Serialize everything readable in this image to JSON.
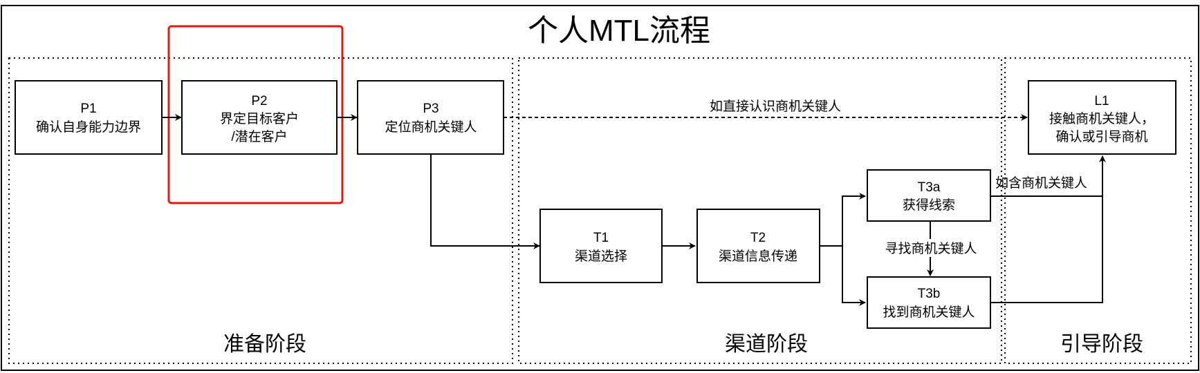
{
  "title": "个人MTL流程",
  "colors": {
    "prep": "#e00000",
    "channel": "#990099",
    "guide": "#ff8000",
    "highlight": "#e01b0d"
  },
  "phases": {
    "prep": "准备阶段",
    "channel": "渠道阶段",
    "guide": "引导阶段"
  },
  "nodes": {
    "p1": {
      "code": "P1",
      "lines": [
        "确认自身能力边界"
      ]
    },
    "p2": {
      "code": "P2",
      "lines": [
        "界定目标客户",
        "/潜在客户"
      ]
    },
    "p3": {
      "code": "P3",
      "lines": [
        "定位商机关键人"
      ]
    },
    "t1": {
      "code": "T1",
      "lines": [
        "渠道选择"
      ]
    },
    "t2": {
      "code": "T2",
      "lines": [
        "渠道信息传递"
      ]
    },
    "t3a": {
      "code": "T3a",
      "lines": [
        "获得线索"
      ]
    },
    "t3b": {
      "code": "T3b",
      "lines": [
        "找到商机关键人"
      ]
    },
    "l1": {
      "code": "L1",
      "lines": [
        "接触商机关键人，",
        "确认或引导商机"
      ]
    }
  },
  "edge_labels": {
    "p3_l1": "如直接认识商机关键人",
    "t3a_l1": "如含商机关键人",
    "t3a_t3b": "寻找商机关键人"
  }
}
